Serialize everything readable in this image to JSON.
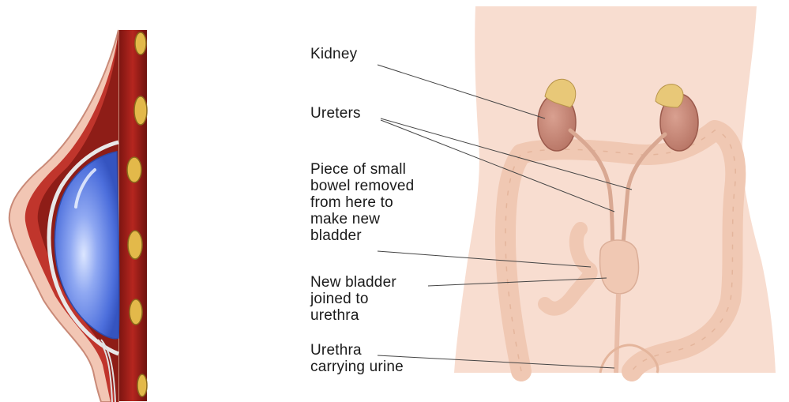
{
  "labels": {
    "kidney": [
      "Kidney"
    ],
    "ureters": [
      "Ureters"
    ],
    "small_bowel": [
      "Piece of small",
      "bowel removed",
      "from here to",
      "make new",
      "bladder"
    ],
    "new_bladder": [
      "New bladder",
      "joined to",
      "urethra"
    ],
    "urethra": [
      "Urethra",
      "carrying urine"
    ]
  },
  "colors": {
    "skin": "#f8ddd0",
    "bowel": "#f0c8b3",
    "kidney": "#c98a78",
    "adrenal": "#e8c878",
    "implant": "#5a7fe0",
    "muscle": "#a8201c",
    "leader_line": "#444444"
  }
}
